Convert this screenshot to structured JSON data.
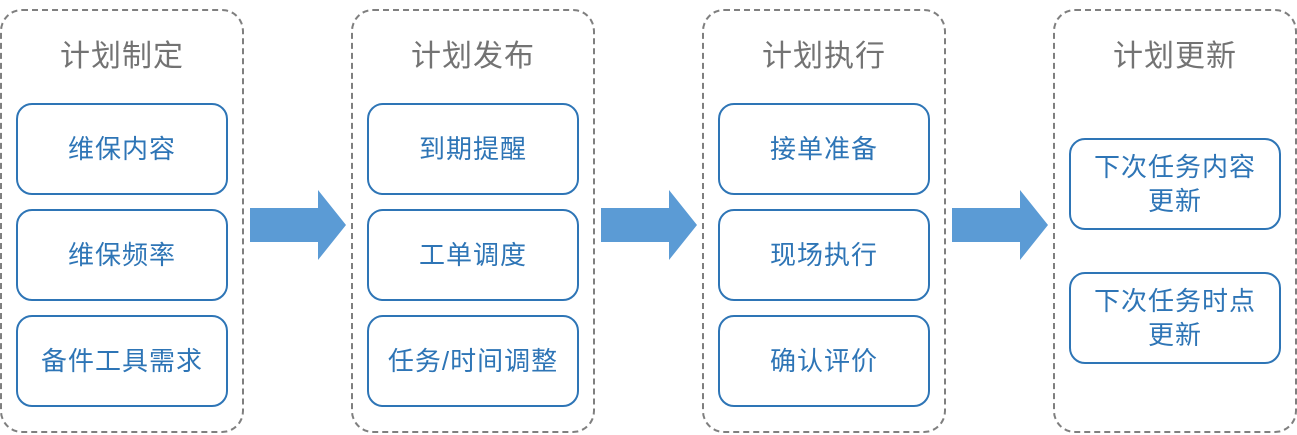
{
  "diagram": {
    "description": "Maintenance plan lifecycle flowchart",
    "colors": {
      "arrow": "#5B9BD5",
      "box_border": "#2E75B6",
      "box_text": "#2E75B6",
      "stage_border": "#7F7F7F",
      "title_text": "#737373"
    },
    "stages": [
      {
        "title": "计划制定",
        "items": [
          "维保内容",
          "维保频率",
          "备件工具需求"
        ]
      },
      {
        "title": "计划发布",
        "items": [
          "到期提醒",
          "工单调度",
          "任务/时间调整"
        ]
      },
      {
        "title": "计划执行",
        "items": [
          "接单准备",
          "现场执行",
          "确认评价"
        ]
      },
      {
        "title": "计划更新",
        "items": [
          "下次任务内容\n更新",
          "下次任务时点\n更新"
        ]
      }
    ]
  }
}
